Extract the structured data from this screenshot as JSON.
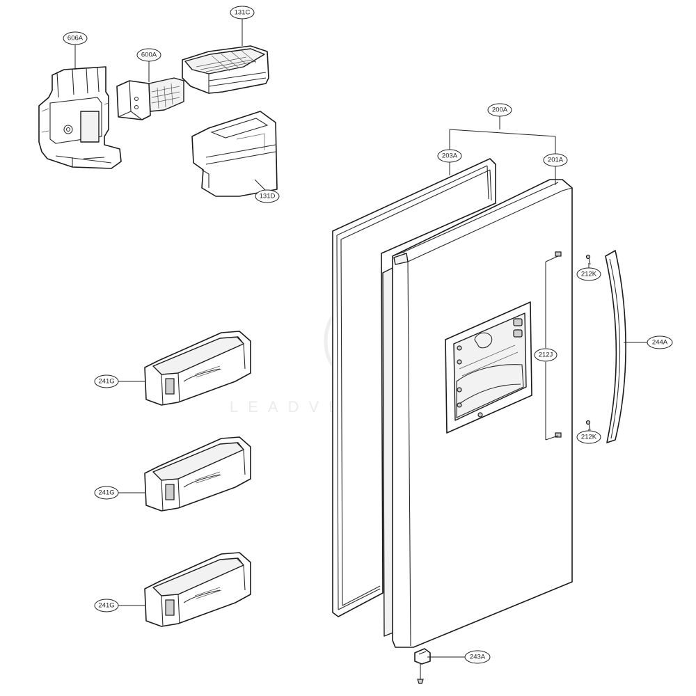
{
  "diagram": {
    "type": "exploded-parts-diagram",
    "watermark": "LEADVENTURE",
    "callouts": [
      {
        "id": "606A",
        "label": "606A"
      },
      {
        "id": "600A",
        "label": "600A"
      },
      {
        "id": "131C",
        "label": "131C"
      },
      {
        "id": "131D",
        "label": "131D"
      },
      {
        "id": "200A",
        "label": "200A"
      },
      {
        "id": "203A",
        "label": "203A"
      },
      {
        "id": "201A",
        "label": "201A"
      },
      {
        "id": "212K-top",
        "label": "212K"
      },
      {
        "id": "212J",
        "label": "212J"
      },
      {
        "id": "244A",
        "label": "244A"
      },
      {
        "id": "212K-bottom",
        "label": "212K"
      },
      {
        "id": "241G-1",
        "label": "241G"
      },
      {
        "id": "241G-2",
        "label": "241G"
      },
      {
        "id": "241G-3",
        "label": "241G"
      },
      {
        "id": "243A",
        "label": "243A"
      }
    ]
  }
}
